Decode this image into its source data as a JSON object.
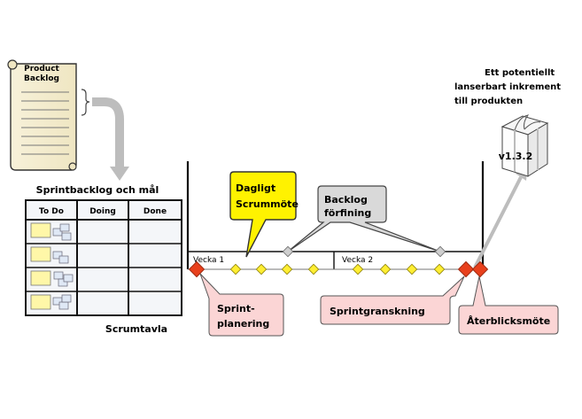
{
  "product_backlog": {
    "line1": "Product",
    "line2": "Backlog"
  },
  "sprint_backlog_title": "Sprintbacklog och mål",
  "board": {
    "columns": [
      "To Do",
      "Doing",
      "Done"
    ],
    "label": "Scrumtavla"
  },
  "increment": {
    "line1": "Ett potentiellt",
    "line2": "lanserbart inkrement",
    "line3": "till produkten",
    "version": "v1.3.2"
  },
  "timeline": {
    "week1": "Vecka 1",
    "week2": "Vecka 2"
  },
  "callouts": {
    "daily_scrum": {
      "line1": "Dagligt",
      "line2": "Scrummöte",
      "color": "#fff200"
    },
    "backlog_refinement": {
      "line1": "Backlog",
      "line2": "förfining",
      "color": "#d9d9d9"
    },
    "sprint_planning": {
      "line1": "Sprint-",
      "line2": "planering",
      "color": "#fbd5d5"
    },
    "sprint_review": {
      "label": "Sprintgranskning",
      "color": "#fbd5d5"
    },
    "retrospective": {
      "label": "Återblicksmöte",
      "color": "#fbd5d5"
    }
  },
  "colors": {
    "event_red": "#e8401c",
    "daily_yellow": "#ffee33",
    "refinement_gray": "#cfcfcf",
    "arrow_gray": "#bdbdbd"
  }
}
